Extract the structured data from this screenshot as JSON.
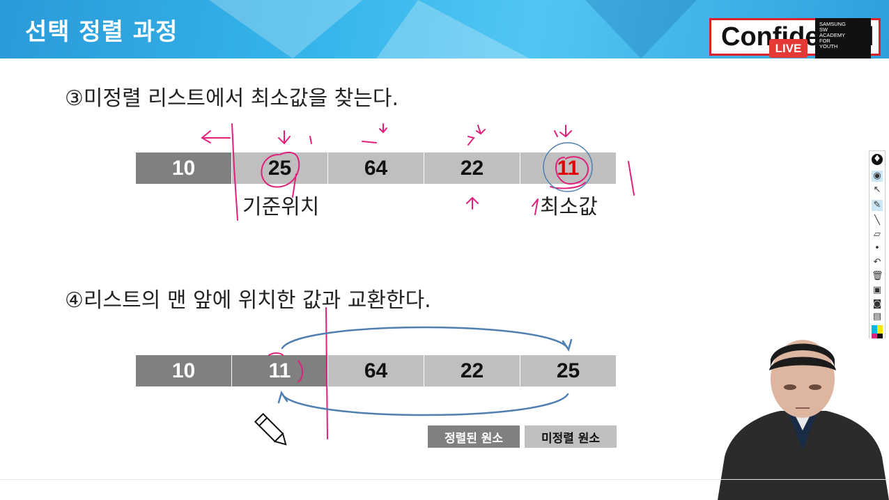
{
  "slide": {
    "title": "선택 정렬 과정",
    "confidential": "Confidential",
    "live_badge": "LIVE",
    "academy_logo": "SAMSUNG SW ACADEMY FOR YOUTH"
  },
  "step3": {
    "text": "③미정렬 리스트에서 최소값을 찾는다.",
    "cells": [
      "10",
      "25",
      "64",
      "22",
      "11"
    ],
    "label_position": "기준위치",
    "label_min": "최소값"
  },
  "step4": {
    "text": "④리스트의 맨 앞에 위치한 값과 교환한다.",
    "cells": [
      "10",
      "11",
      "64",
      "22",
      "25"
    ]
  },
  "legend": {
    "sorted": "정렬된 원소",
    "unsorted": "미정렬 원소"
  },
  "colors": {
    "sorted": "#808080",
    "unsorted": "#bfbfbf",
    "min_value": "#e00000",
    "annotation_pen": "#e0207a",
    "swap_arrow": "#4f7fb0"
  },
  "toolbar": {
    "icons": [
      "pin-icon",
      "eye-icon",
      "pointer-icon",
      "pen-icon",
      "line-icon",
      "eraser-icon",
      "dot-icon",
      "undo-icon",
      "trash-icon",
      "screen-icon",
      "camera-icon",
      "clipboard-icon",
      "color-palette-icon"
    ]
  }
}
